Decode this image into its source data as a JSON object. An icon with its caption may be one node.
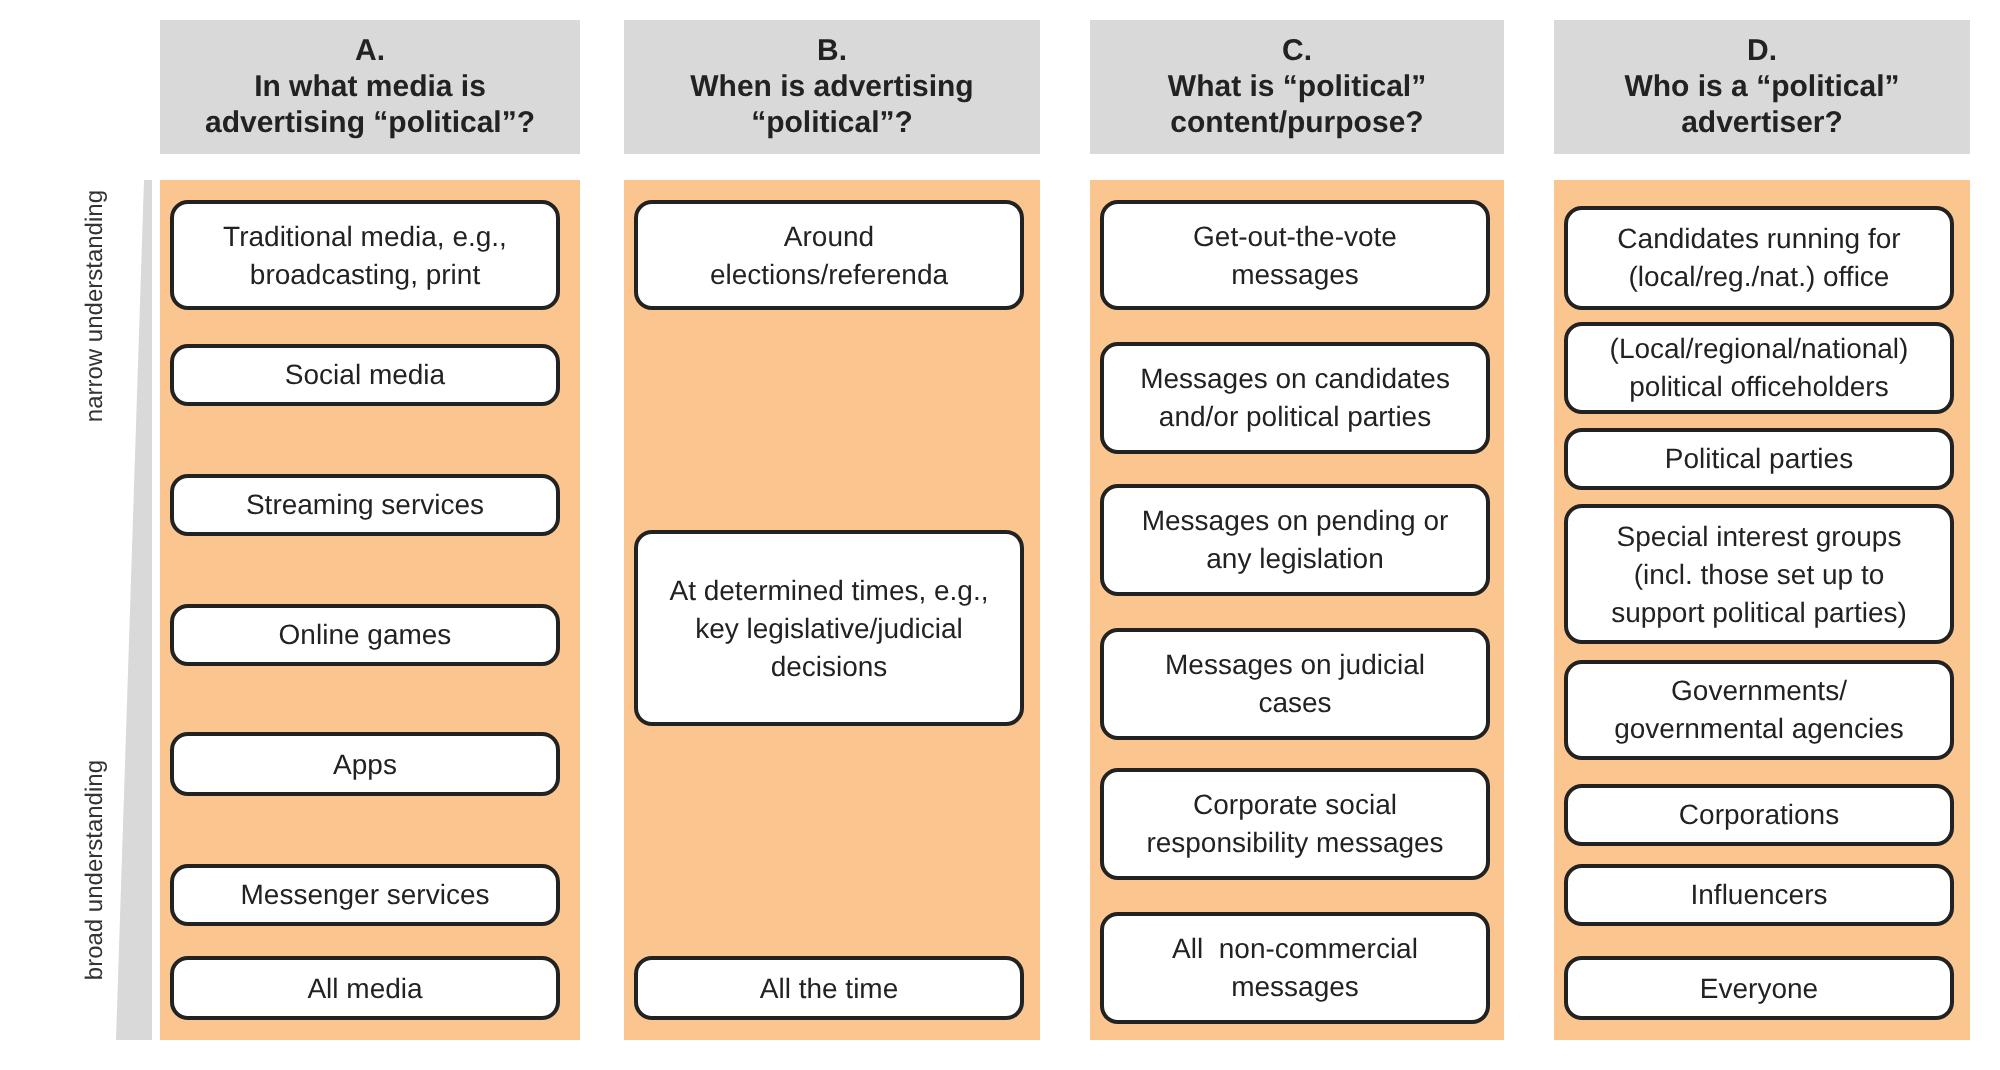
{
  "diagram": {
    "nodes": [
      {
        "text": [
          "A.",
          "In what media is advertising “political”?"
        ]
      },
      {
        "text": [
          "B.",
          "When is advertising “political”?"
        ]
      },
      {
        "text": [
          "C.",
          "What is “political” content/purpose?"
        ]
      },
      {
        "text": [
          "D.",
          "Who is a “political” advertiser?"
        ]
      },
      {
        "text": [],
        "shape": "box"
      },
      {
        "text": [
          "Traditional media, e.g., broadcasting, print"
        ],
        "in": 4
      },
      {
        "text": [
          "Social media"
        ],
        "in": 4
      },
      {
        "text": [
          "Streaming services"
        ],
        "in": 4
      },
      {
        "text": [
          "Online games"
        ],
        "in": 4
      },
      {
        "text": [
          "Apps"
        ],
        "in": 4
      },
      {
        "text": [
          "Messenger services"
        ],
        "in": 4
      },
      {
        "text": [
          "All media"
        ],
        "in": 4
      },
      {
        "text": [],
        "shape": "box"
      },
      {
        "text": [
          "Around elections/referenda"
        ],
        "in": 12
      },
      {
        "text": [
          "At determined times, e.g., key legislative/judicial decisions"
        ],
        "in": 12
      },
      {
        "text": [
          "All the time"
        ],
        "in": 12
      },
      {
        "text": [],
        "shape": "box"
      },
      {
        "text": [
          "Get-out-the-vote messages"
        ],
        "in": 16
      },
      {
        "text": [
          "Messages on candidates and/or political parties"
        ],
        "in": 16
      },
      {
        "text": [
          "Messages on pending or any legislation"
        ],
        "in": 16
      },
      {
        "text": [
          "Messages on judicial cases"
        ],
        "in": 16
      },
      {
        "text": [
          "Corporate social responsibility messages"
        ],
        "in": 16
      },
      {
        "text": [
          "All  non-commercial messages"
        ],
        "in": 16
      },
      {
        "text": [],
        "shape": "box"
      },
      {
        "text": [
          "Candidates running for (local/reg./nat.) office"
        ],
        "in": 23
      },
      {
        "text": [
          "(Local/regional/national) political officeholders"
        ],
        "in": 23
      },
      {
        "text": [
          "Political parties"
        ],
        "in": 23
      },
      {
        "text": [
          "Special interest groups (incl. those set up to support political parties)"
        ],
        "in": 23
      },
      {
        "text": [
          "Governments/ governmental agencies"
        ],
        "in": 23
      },
      {
        "text": [
          "Corporations"
        ],
        "in": 23
      },
      {
        "text": [
          "Influencers"
        ],
        "in": 23
      },
      {
        "text": [
          "Everyone"
        ],
        "in": 23
      },
      {
        "text": [],
        "shape": "bar"
      }
    ],
    "edges": [],
    "labels": [
      "narrow understanding",
      "broad understanding"
    ]
  }
}
